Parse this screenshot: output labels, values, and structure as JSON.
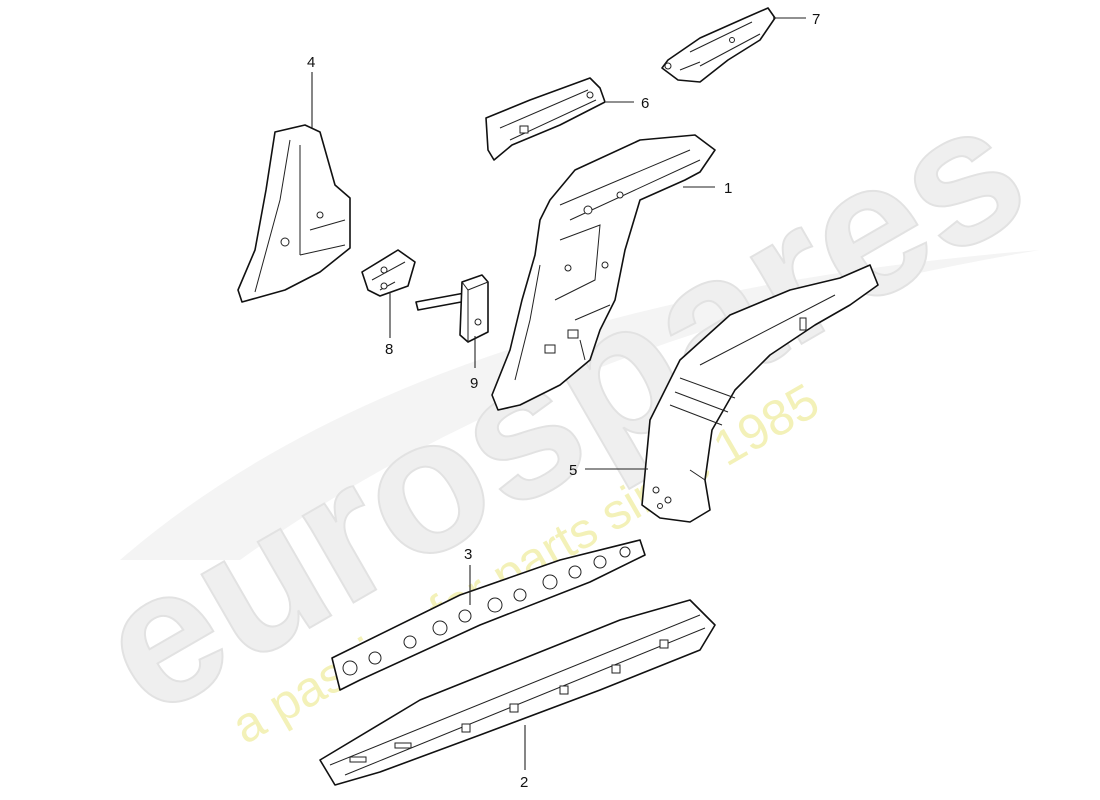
{
  "watermark": {
    "brand": "eurospares",
    "tagline": "a passion for parts since 1985",
    "brand_color": "#e6e6e6",
    "tagline_color": "#efec9c"
  },
  "callouts": [
    "1",
    "2",
    "3",
    "4",
    "5",
    "6",
    "7",
    "8",
    "9"
  ],
  "colors": {
    "line": "#111111",
    "fill": "#ffffff"
  }
}
